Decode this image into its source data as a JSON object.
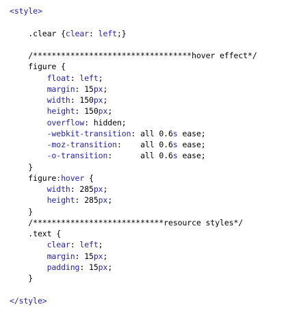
{
  "colors": {
    "background": "#ffffff",
    "keyword_blue": "#1f1fb4",
    "text_black": "#000000"
  },
  "lines": [
    {
      "indent": "",
      "tokens": [
        {
          "t": "<style>",
          "c": "tag"
        }
      ]
    },
    {
      "indent": "",
      "tokens": []
    },
    {
      "indent": "    ",
      "tokens": [
        {
          "t": ".clear {",
          "c": "sel"
        },
        {
          "t": "clear",
          "c": "prop"
        },
        {
          "t": ": ",
          "c": "punct"
        },
        {
          "t": "left",
          "c": "prop"
        },
        {
          "t": ";}",
          "c": "punct"
        }
      ]
    },
    {
      "indent": "",
      "tokens": []
    },
    {
      "indent": "    ",
      "tokens": [
        {
          "t": "/**********************************hover effect*/",
          "c": "com"
        }
      ]
    },
    {
      "indent": "    ",
      "tokens": [
        {
          "t": "figure {",
          "c": "sel"
        }
      ]
    },
    {
      "indent": "        ",
      "tokens": [
        {
          "t": "float",
          "c": "prop"
        },
        {
          "t": ": ",
          "c": "punct"
        },
        {
          "t": "left",
          "c": "prop"
        },
        {
          "t": ";",
          "c": "punct"
        }
      ]
    },
    {
      "indent": "        ",
      "tokens": [
        {
          "t": "margin",
          "c": "prop"
        },
        {
          "t": ": 15",
          "c": "val"
        },
        {
          "t": "px",
          "c": "unit"
        },
        {
          "t": ";",
          "c": "punct"
        }
      ]
    },
    {
      "indent": "        ",
      "tokens": [
        {
          "t": "width",
          "c": "prop"
        },
        {
          "t": ": 150",
          "c": "val"
        },
        {
          "t": "px",
          "c": "unit"
        },
        {
          "t": ";",
          "c": "punct"
        }
      ]
    },
    {
      "indent": "        ",
      "tokens": [
        {
          "t": "height",
          "c": "prop"
        },
        {
          "t": ": 150",
          "c": "val"
        },
        {
          "t": "px",
          "c": "unit"
        },
        {
          "t": ";",
          "c": "punct"
        }
      ]
    },
    {
      "indent": "        ",
      "tokens": [
        {
          "t": "overflow",
          "c": "prop"
        },
        {
          "t": ": hidden;",
          "c": "val"
        }
      ]
    },
    {
      "indent": "        ",
      "tokens": [
        {
          "t": "-webkit-transition",
          "c": "prop"
        },
        {
          "t": ": all 0.6",
          "c": "val"
        },
        {
          "t": "s",
          "c": "unit"
        },
        {
          "t": " ease;",
          "c": "val"
        }
      ]
    },
    {
      "indent": "        ",
      "tokens": [
        {
          "t": "-moz-transition",
          "c": "prop"
        },
        {
          "t": ":    all 0.6",
          "c": "val"
        },
        {
          "t": "s",
          "c": "unit"
        },
        {
          "t": " ease;",
          "c": "val"
        }
      ]
    },
    {
      "indent": "        ",
      "tokens": [
        {
          "t": "-o-transition",
          "c": "prop"
        },
        {
          "t": ":      all 0.6",
          "c": "val"
        },
        {
          "t": "s",
          "c": "unit"
        },
        {
          "t": " ease;",
          "c": "val"
        }
      ]
    },
    {
      "indent": "    ",
      "tokens": [
        {
          "t": "}",
          "c": "punct"
        }
      ]
    },
    {
      "indent": "    ",
      "tokens": [
        {
          "t": "figure",
          "c": "sel"
        },
        {
          "t": ":hover",
          "c": "prop"
        },
        {
          "t": " {",
          "c": "punct"
        }
      ]
    },
    {
      "indent": "        ",
      "tokens": [
        {
          "t": "width",
          "c": "prop"
        },
        {
          "t": ": 285",
          "c": "val"
        },
        {
          "t": "px",
          "c": "unit"
        },
        {
          "t": ";",
          "c": "punct"
        }
      ]
    },
    {
      "indent": "        ",
      "tokens": [
        {
          "t": "height",
          "c": "prop"
        },
        {
          "t": ": 285",
          "c": "val"
        },
        {
          "t": "px",
          "c": "unit"
        },
        {
          "t": ";",
          "c": "punct"
        }
      ]
    },
    {
      "indent": "    ",
      "tokens": [
        {
          "t": "}",
          "c": "punct"
        }
      ]
    },
    {
      "indent": "    ",
      "tokens": [
        {
          "t": "/****************************resource styles*/",
          "c": "com"
        }
      ]
    },
    {
      "indent": "    ",
      "tokens": [
        {
          "t": ".text {",
          "c": "sel"
        }
      ]
    },
    {
      "indent": "        ",
      "tokens": [
        {
          "t": "clear",
          "c": "prop"
        },
        {
          "t": ": ",
          "c": "punct"
        },
        {
          "t": "left",
          "c": "prop"
        },
        {
          "t": ";",
          "c": "punct"
        }
      ]
    },
    {
      "indent": "        ",
      "tokens": [
        {
          "t": "margin",
          "c": "prop"
        },
        {
          "t": ": 15",
          "c": "val"
        },
        {
          "t": "px",
          "c": "unit"
        },
        {
          "t": ";",
          "c": "punct"
        }
      ]
    },
    {
      "indent": "        ",
      "tokens": [
        {
          "t": "padding",
          "c": "prop"
        },
        {
          "t": ": 15",
          "c": "val"
        },
        {
          "t": "px",
          "c": "unit"
        },
        {
          "t": ";",
          "c": "punct"
        }
      ]
    },
    {
      "indent": "    ",
      "tokens": [
        {
          "t": "}",
          "c": "punct"
        }
      ]
    },
    {
      "indent": "",
      "tokens": []
    },
    {
      "indent": "",
      "tokens": [
        {
          "t": "</style>",
          "c": "tag"
        }
      ]
    }
  ]
}
